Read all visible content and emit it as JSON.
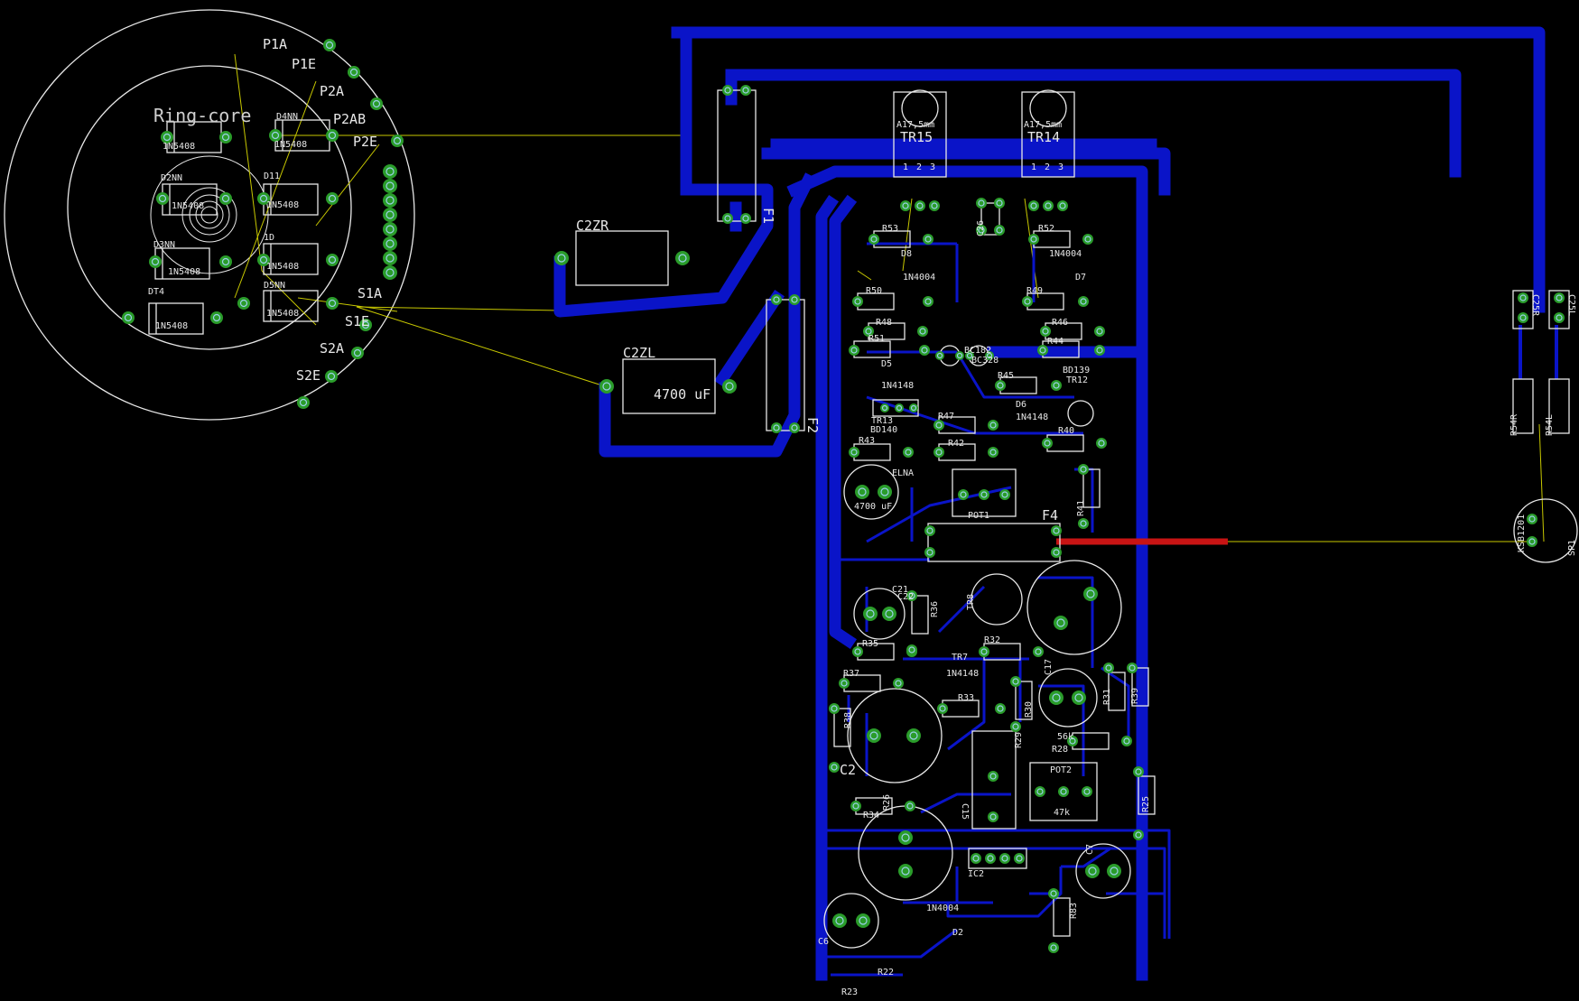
{
  "board": {
    "colors": {
      "background": "#000000",
      "trace_bottom": "#0a14c8",
      "trace_top": "#c81414",
      "outline": "#e8e8e8",
      "airwire": "#c8c800",
      "pad": "#2a9c2a",
      "pad_hole": "#9ad0e8"
    },
    "transformer": {
      "title": "Ring-core",
      "pins": [
        "P1A",
        "P1E",
        "P2A",
        "P2AB",
        "P2E",
        "S1A",
        "S1E",
        "S2A",
        "S2E"
      ]
    },
    "diodes_left": [
      {
        "ref": "D4NN",
        "value": "1N5408"
      },
      {
        "ref": "D2NN",
        "value": "1N5408"
      },
      {
        "ref": "D11",
        "value": "1N5408"
      },
      {
        "ref": "D3NN",
        "value": "1N5408"
      },
      {
        "ref": "1D",
        "value": "1N5408"
      },
      {
        "ref": "DT4",
        "value": "1N5408"
      },
      {
        "ref": "D5NN",
        "value": "1N5408"
      },
      {
        "ref": "",
        "value": "1N5408"
      }
    ],
    "caps_main": [
      {
        "ref": "C2ZR",
        "value": ""
      },
      {
        "ref": "C2ZL",
        "value": "4700 uF"
      }
    ],
    "fuses": [
      "F1",
      "F2",
      "F4"
    ],
    "transistors_power": [
      {
        "ref": "TR15",
        "pkg": "A17,5mm",
        "pins": [
          "1",
          "2",
          "3"
        ]
      },
      {
        "ref": "TR14",
        "pkg": "A17,5mm",
        "pins": [
          "1",
          "2",
          "3"
        ]
      }
    ],
    "labels": {
      "r53": "R53",
      "d8": "D8",
      "d8v": "1N4004",
      "c26": "C26",
      "r52": "R52",
      "d7v": "1N4004",
      "d7": "D7",
      "r50": "R50",
      "r49": "R49",
      "r48": "R48",
      "r46": "R46",
      "r51": "R51",
      "r44": "R44",
      "bc182": "BC182",
      "bc328": "BC328",
      "d5": "D5",
      "d5v": "1N4148",
      "r45": "R45",
      "bd139": "BD139",
      "tr12": "TR12",
      "d6v": "1N4148",
      "d6": "D6",
      "tr13": "TR13",
      "bd140": "BD140",
      "r47": "R47",
      "r43": "R43",
      "r42": "R42",
      "r40": "R40",
      "elna": "ELNA",
      "c4700": "4700 uF",
      "r41": "R41",
      "pot1": "POT1",
      "c21": "C21",
      "c22": "C22",
      "tr8": "TR8",
      "r36": "R36",
      "r35": "R35",
      "r32": "R32",
      "tr7": "TR7",
      "c17": "C17",
      "r37": "R37",
      "d1v": "1N4148",
      "r33": "R33",
      "r30": "R30",
      "r31": "R31",
      "r38": "R38",
      "r39": "R39",
      "c2": "C2",
      "r29": "R29",
      "v56k": "56k",
      "r28": "R28",
      "pot2": "POT2",
      "v47k": "47k",
      "c15": "C15",
      "r25": "R25",
      "r34": "R34",
      "r26": "R26",
      "ic2": "IC2",
      "c7": "C7",
      "c6": "C6",
      "d2v": "1N4004",
      "d2": "D2",
      "r83": "R83",
      "r22": "R22",
      "r23": "R23",
      "c25r": "C25R",
      "c25l": "C25L",
      "r54r": "R54R",
      "r54l": "R54L",
      "sp1": "SP1",
      "ksb": "KSB1201"
    }
  }
}
